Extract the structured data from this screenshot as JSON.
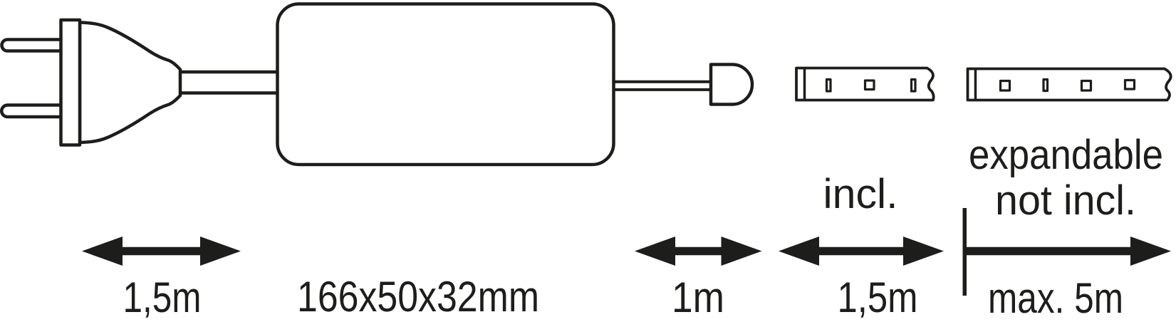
{
  "colors": {
    "line": "#1d1d1b",
    "fill": "#ffffff"
  },
  "labels": {
    "plug_cable_length": "1,5m",
    "driver_dimensions": "166x50x32mm",
    "output_cable_length": "1m",
    "strip_included_length": "1,5m",
    "strip_max_length": "max. 5m",
    "included_note": "incl.",
    "expandable_note_line1": "expandable",
    "expandable_note_line2": "not incl."
  }
}
